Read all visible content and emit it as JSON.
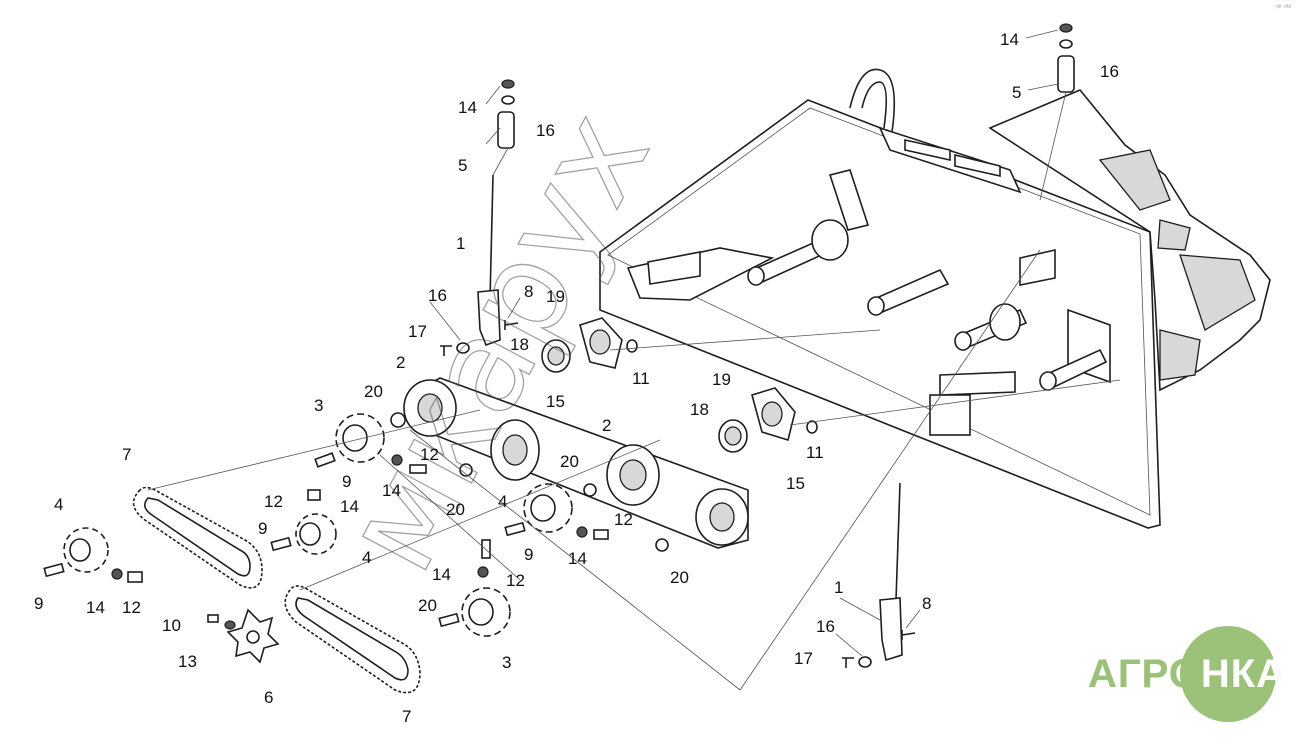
{
  "callouts": [
    {
      "id": "c14a",
      "text": "14"
    },
    {
      "id": "c16a",
      "text": "16"
    },
    {
      "id": "c5a",
      "text": "5"
    },
    {
      "id": "c14b",
      "text": "14"
    },
    {
      "id": "c16b",
      "text": "16"
    },
    {
      "id": "c5b",
      "text": "5"
    },
    {
      "id": "c1a",
      "text": "1"
    },
    {
      "id": "c16c",
      "text": "16"
    },
    {
      "id": "c8a",
      "text": "8"
    },
    {
      "id": "c19a",
      "text": "19"
    },
    {
      "id": "c17a",
      "text": "17"
    },
    {
      "id": "c18a",
      "text": "18"
    },
    {
      "id": "c2a",
      "text": "2"
    },
    {
      "id": "c3a",
      "text": "3"
    },
    {
      "id": "c20a",
      "text": "20"
    },
    {
      "id": "c15a",
      "text": "15"
    },
    {
      "id": "c11a",
      "text": "11"
    },
    {
      "id": "c19b",
      "text": "19"
    },
    {
      "id": "c18b",
      "text": "18"
    },
    {
      "id": "c2b",
      "text": "2"
    },
    {
      "id": "c11b",
      "text": "11"
    },
    {
      "id": "c15b",
      "text": "15"
    },
    {
      "id": "c7a",
      "text": "7"
    },
    {
      "id": "c9a",
      "text": "9"
    },
    {
      "id": "c12a",
      "text": "12"
    },
    {
      "id": "c14c",
      "text": "14"
    },
    {
      "id": "c20b",
      "text": "20"
    },
    {
      "id": "c12b",
      "text": "12"
    },
    {
      "id": "c14d",
      "text": "14"
    },
    {
      "id": "c4a",
      "text": "4"
    },
    {
      "id": "c20c",
      "text": "20"
    },
    {
      "id": "c4b",
      "text": "4"
    },
    {
      "id": "c12c",
      "text": "12"
    },
    {
      "id": "c9b",
      "text": "9"
    },
    {
      "id": "c4c",
      "text": "4"
    },
    {
      "id": "c14e",
      "text": "14"
    },
    {
      "id": "c9c",
      "text": "9"
    },
    {
      "id": "c20d",
      "text": "20"
    },
    {
      "id": "c14f",
      "text": "14"
    },
    {
      "id": "c12d",
      "text": "12"
    },
    {
      "id": "c9d",
      "text": "9"
    },
    {
      "id": "c14g",
      "text": "14"
    },
    {
      "id": "c12e",
      "text": "12"
    },
    {
      "id": "c10a",
      "text": "10"
    },
    {
      "id": "c13a",
      "text": "13"
    },
    {
      "id": "c6a",
      "text": "6"
    },
    {
      "id": "c3b",
      "text": "3"
    },
    {
      "id": "c7b",
      "text": "7"
    },
    {
      "id": "c1b",
      "text": "1"
    },
    {
      "id": "c8b",
      "text": "8"
    },
    {
      "id": "c16d",
      "text": "16"
    },
    {
      "id": "c17b",
      "text": "17"
    },
    {
      "id": "c20e",
      "text": "20"
    }
  ],
  "logo": {
    "text_left": "АГРО",
    "text_right": "НКА"
  },
  "watermark": "мкарух",
  "corner_mark": "ᵒᵖ ⁿᵃᵃ",
  "colors": {
    "logo_green": "#9cc27a",
    "line": "#1e1e1e"
  }
}
